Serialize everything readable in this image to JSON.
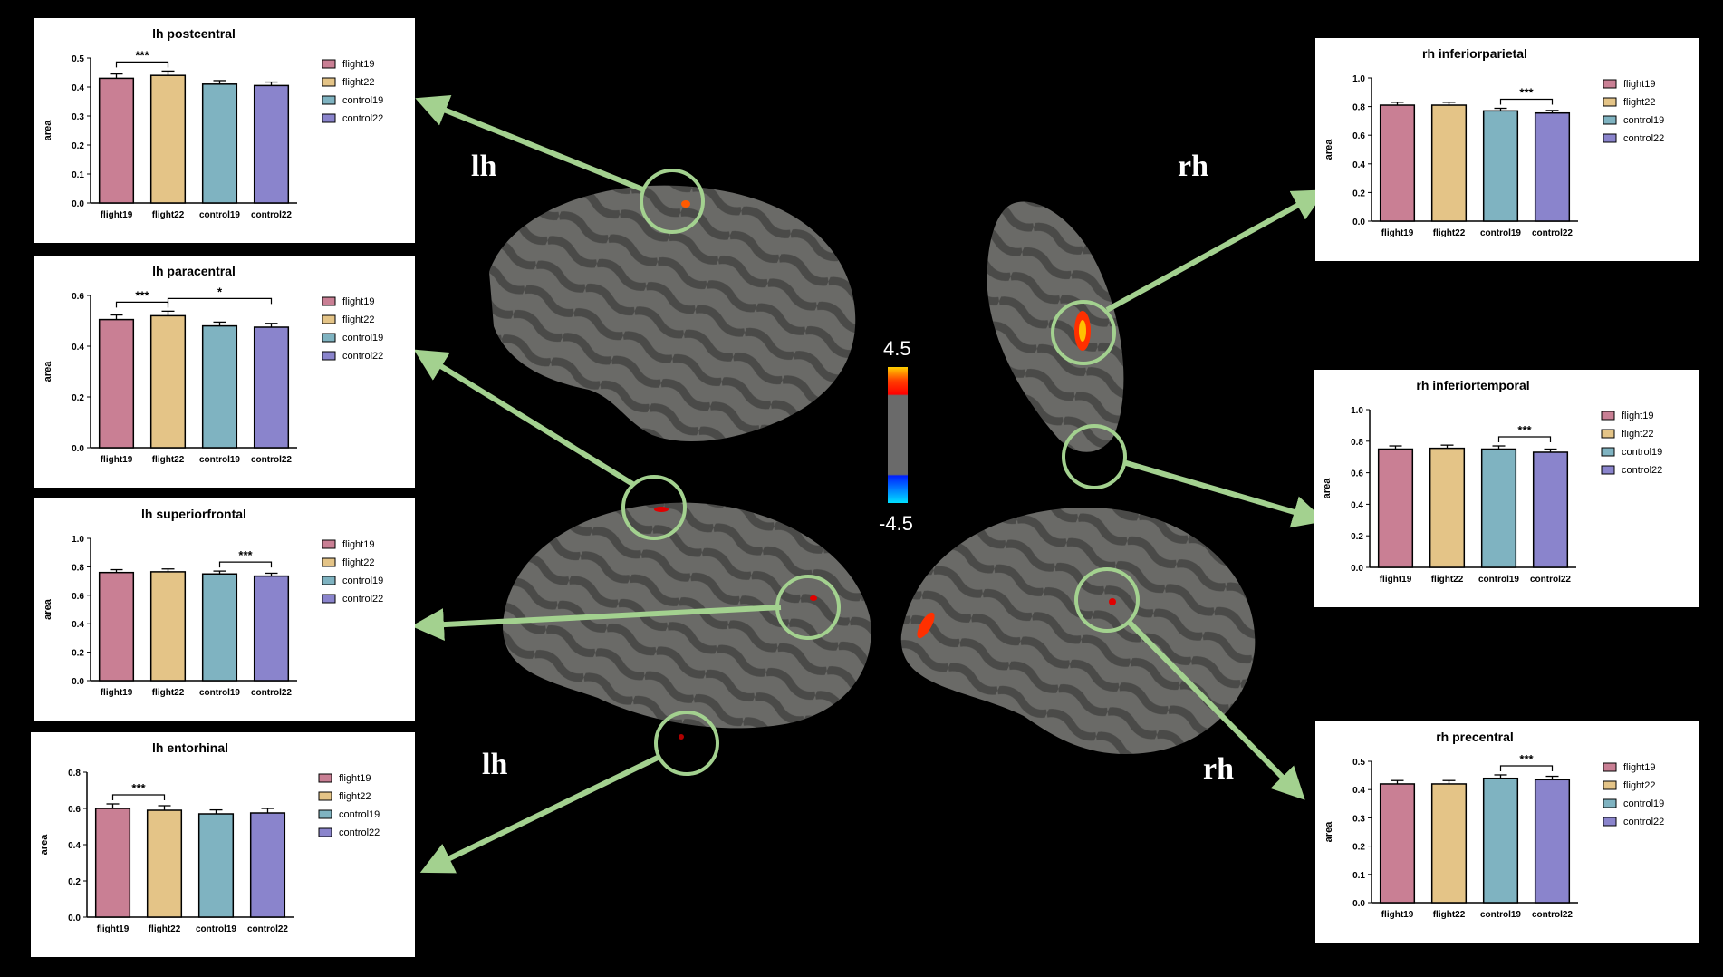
{
  "colors": {
    "flight19": "#c97f94",
    "flight22": "#e4c487",
    "control19": "#7fb3c1",
    "control22": "#8a84cc",
    "arrow": "#a3d18f",
    "background": "#000000"
  },
  "hemisphere_labels": {
    "lh_top": "lh",
    "lh_bottom": "lh",
    "rh_top": "rh",
    "rh_bottom": "rh"
  },
  "colorbar": {
    "max_label": "4.5",
    "min_label": "-4.5",
    "max": 4.5,
    "min": -4.5
  },
  "chart_data": [
    {
      "type": "bar",
      "title": "lh postcentral",
      "ylabel": "area",
      "categories": [
        "flight19",
        "flight22",
        "control19",
        "control22"
      ],
      "values": [
        0.43,
        0.44,
        0.41,
        0.405
      ],
      "errors": [
        0.015,
        0.015,
        0.012,
        0.012
      ],
      "ylim": [
        0,
        0.5
      ],
      "yticks": [
        "0.0",
        "0.1",
        "0.2",
        "0.3",
        "0.4",
        "0.5"
      ],
      "legend": [
        "flight19",
        "flight22",
        "control19",
        "control22"
      ],
      "significance": [
        {
          "from": 0,
          "to": 1,
          "label": "***"
        }
      ]
    },
    {
      "type": "bar",
      "title": "lh paracentral",
      "ylabel": "area",
      "categories": [
        "flight19",
        "flight22",
        "control19",
        "control22"
      ],
      "values": [
        0.505,
        0.52,
        0.48,
        0.475
      ],
      "errors": [
        0.018,
        0.018,
        0.015,
        0.015
      ],
      "ylim": [
        0,
        0.6
      ],
      "yticks": [
        "0.0",
        "0.2",
        "0.4",
        "0.6"
      ],
      "legend": [
        "flight19",
        "flight22",
        "control19",
        "control22"
      ],
      "significance": [
        {
          "from": 0,
          "to": 1,
          "label": "***"
        },
        {
          "from": 1,
          "to": 3,
          "label": "*"
        }
      ]
    },
    {
      "type": "bar",
      "title": "lh superiorfrontal",
      "ylabel": "area",
      "categories": [
        "flight19",
        "flight22",
        "control19",
        "control22"
      ],
      "values": [
        0.76,
        0.765,
        0.75,
        0.735
      ],
      "errors": [
        0.02,
        0.02,
        0.02,
        0.02
      ],
      "ylim": [
        0,
        1.0
      ],
      "yticks": [
        "0.0",
        "0.2",
        "0.4",
        "0.6",
        "0.8",
        "1.0"
      ],
      "legend": [
        "flight19",
        "flight22",
        "control19",
        "control22"
      ],
      "significance": [
        {
          "from": 2,
          "to": 3,
          "label": "***"
        }
      ]
    },
    {
      "type": "bar",
      "title": "lh entorhinal",
      "ylabel": "area",
      "categories": [
        "flight19",
        "flight22",
        "control19",
        "control22"
      ],
      "values": [
        0.6,
        0.59,
        0.57,
        0.575
      ],
      "errors": [
        0.025,
        0.025,
        0.022,
        0.025
      ],
      "ylim": [
        0,
        0.8
      ],
      "yticks": [
        "0.0",
        "0.2",
        "0.4",
        "0.6",
        "0.8"
      ],
      "legend": [
        "flight19",
        "flight22",
        "control19",
        "control22"
      ],
      "significance": [
        {
          "from": 0,
          "to": 1,
          "label": "***"
        }
      ]
    },
    {
      "type": "bar",
      "title": "rh inferiorparietal",
      "ylabel": "area",
      "categories": [
        "flight19",
        "flight22",
        "control19",
        "control22"
      ],
      "values": [
        0.81,
        0.81,
        0.77,
        0.755
      ],
      "errors": [
        0.02,
        0.02,
        0.018,
        0.018
      ],
      "ylim": [
        0,
        1.0
      ],
      "yticks": [
        "0.0",
        "0.2",
        "0.4",
        "0.6",
        "0.8",
        "1.0"
      ],
      "legend": [
        "flight19",
        "flight22",
        "control19",
        "control22"
      ],
      "significance": [
        {
          "from": 2,
          "to": 3,
          "label": "***"
        }
      ]
    },
    {
      "type": "bar",
      "title": "rh inferiortemporal",
      "ylabel": "area",
      "categories": [
        "flight19",
        "flight22",
        "control19",
        "control22"
      ],
      "values": [
        0.75,
        0.755,
        0.75,
        0.73
      ],
      "errors": [
        0.02,
        0.02,
        0.02,
        0.02
      ],
      "ylim": [
        0,
        1.0
      ],
      "yticks": [
        "0.0",
        "0.2",
        "0.4",
        "0.6",
        "0.8",
        "1.0"
      ],
      "legend": [
        "flight19",
        "flight22",
        "control19",
        "control22"
      ],
      "significance": [
        {
          "from": 2,
          "to": 3,
          "label": "***"
        }
      ]
    },
    {
      "type": "bar",
      "title": "rh precentral",
      "ylabel": "area",
      "categories": [
        "flight19",
        "flight22",
        "control19",
        "control22"
      ],
      "values": [
        0.42,
        0.42,
        0.44,
        0.435
      ],
      "errors": [
        0.012,
        0.012,
        0.012,
        0.012
      ],
      "ylim": [
        0,
        0.5
      ],
      "yticks": [
        "0.0",
        "0.1",
        "0.2",
        "0.3",
        "0.4",
        "0.5"
      ],
      "legend": [
        "flight19",
        "flight22",
        "control19",
        "control22"
      ],
      "significance": [
        {
          "from": 2,
          "to": 3,
          "label": "***"
        }
      ]
    }
  ]
}
